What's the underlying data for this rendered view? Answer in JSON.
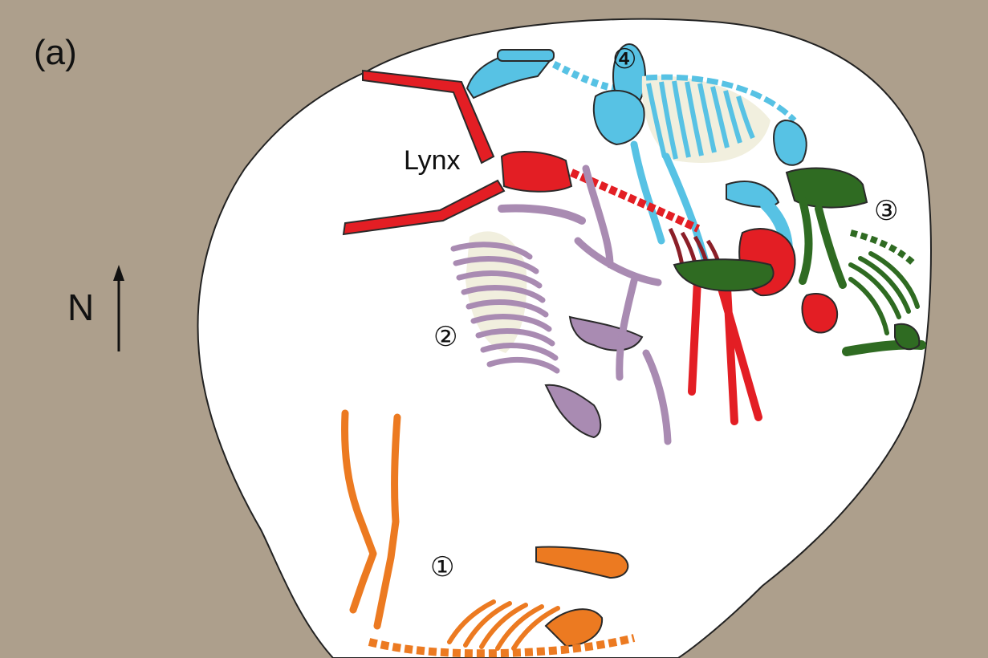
{
  "panel_label": "(a)",
  "north_label": "N",
  "lynx_label": "Lynx",
  "individuals": [
    {
      "number": "④",
      "color": "#57c2e4"
    },
    {
      "number": "③",
      "color": "#2f6b22"
    },
    {
      "number": "②",
      "color": "#a98bb2"
    },
    {
      "number": "①",
      "color": "#ec7a21"
    }
  ],
  "colors": {
    "background": "#ad9f8c",
    "pit": "#ffffff",
    "lynx": "#e31e24",
    "fill_shade": "#f1efde",
    "outline": "#2a2a2a"
  }
}
